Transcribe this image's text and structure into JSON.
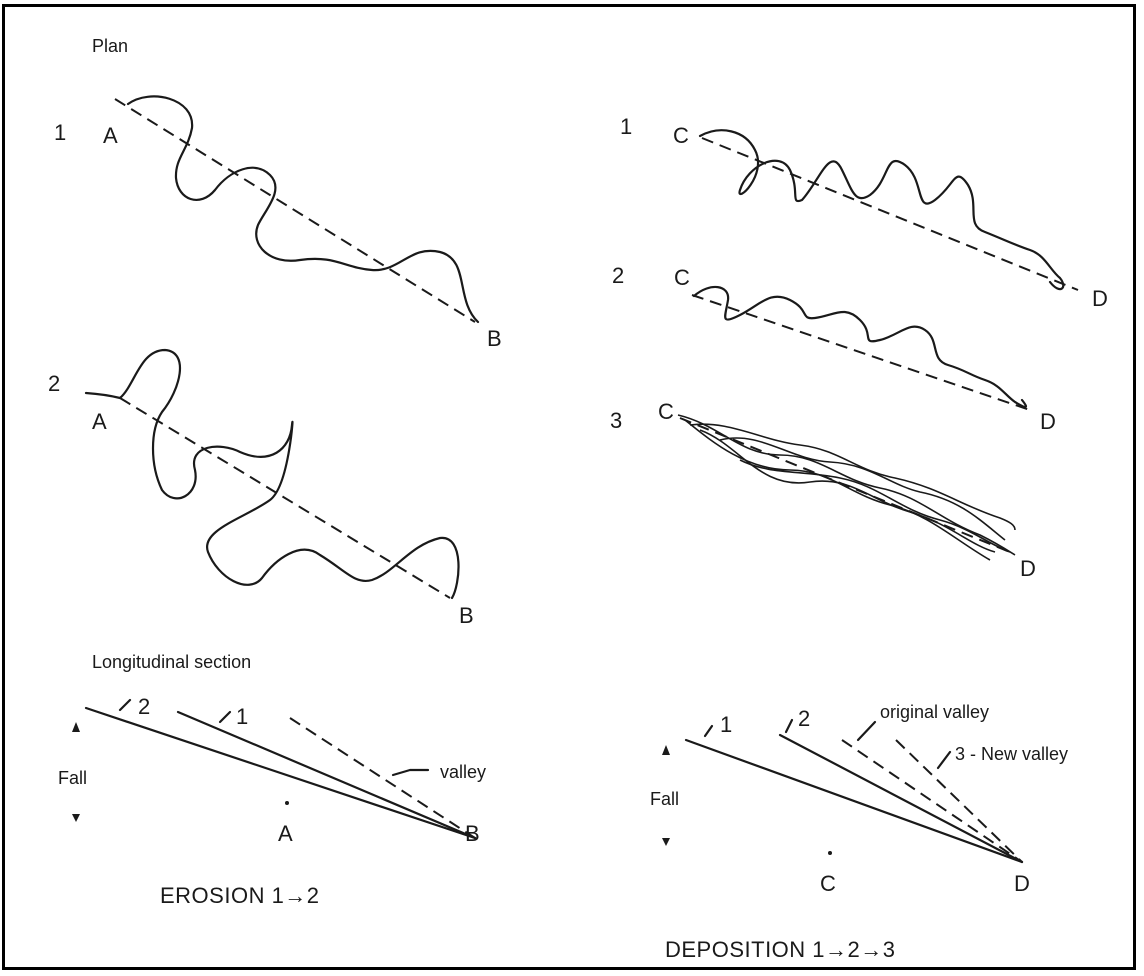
{
  "section_labels": {
    "plan": "Plan",
    "longitudinal": "Longitudinal section"
  },
  "erosion": {
    "stage1_number": "1",
    "stage2_number": "2",
    "point_a": "A",
    "point_b": "B",
    "profile_2": "2",
    "profile_1": "1",
    "valley_label": "valley",
    "fall_label": "Fall",
    "section_a": "A",
    "section_b": "B",
    "caption": "EROSION 1→2"
  },
  "deposition": {
    "stage1_number": "1",
    "stage2_number": "2",
    "stage3_number": "3",
    "point_c": "C",
    "point_d": "D",
    "profile_1": "1",
    "profile_2": "2",
    "original_valley": "original valley",
    "new_valley": "3 - New valley",
    "fall_label": "Fall",
    "section_c": "C",
    "section_d": "D",
    "caption": "DEPOSITION 1→2→3"
  }
}
